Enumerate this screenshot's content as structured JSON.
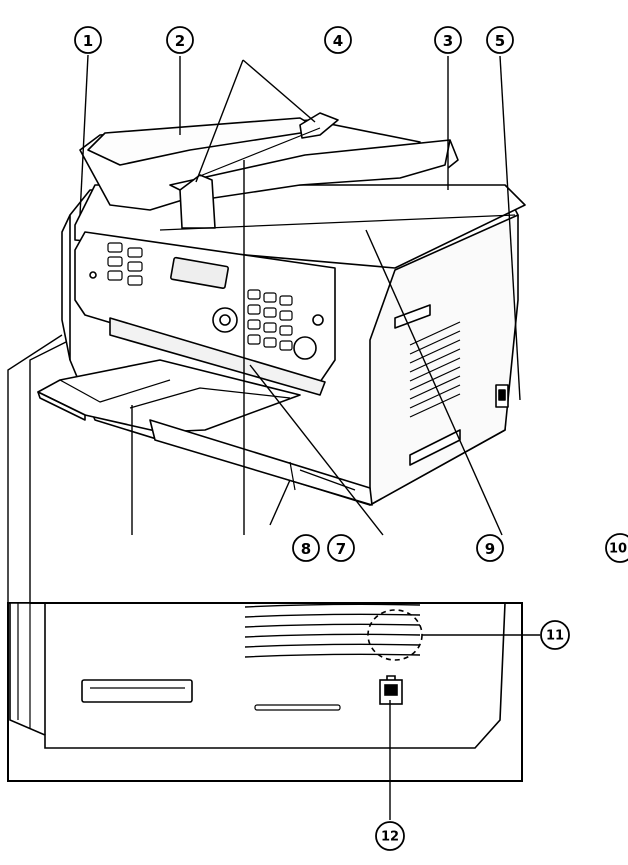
{
  "callouts": {
    "c1": "1",
    "c2": "2",
    "c3": "3",
    "c4": "4",
    "c5": "5",
    "c7": "7",
    "c8": "8",
    "c9": "9",
    "c10": "10",
    "c11": "11",
    "c12": "12"
  }
}
